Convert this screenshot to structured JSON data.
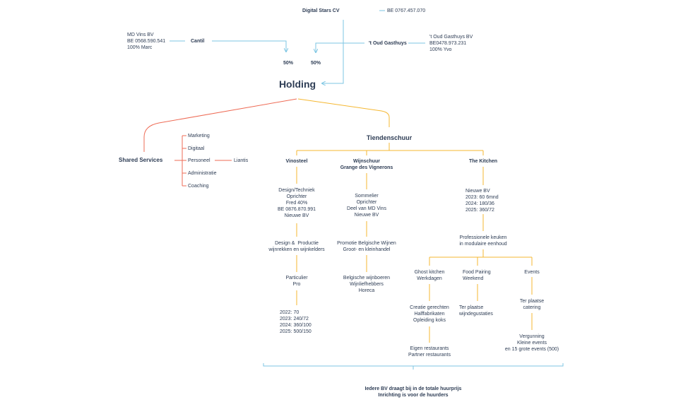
{
  "top": {
    "digital_stars": {
      "name": "Digital Stars CV",
      "number": "BE 0767.457.070"
    },
    "cantil": {
      "name": "Cantil",
      "owner": "MD Vins BV\nBE 0568.590.541\n100% Marc"
    },
    "oud_gasthuys": {
      "name": "'t Oud Gasthuys",
      "owner": "'t Oud Gasthuys BV\nBE0478.973.231\n100% Yvo"
    },
    "share_left": "50%",
    "share_right": "50%"
  },
  "holding": {
    "title": "Holding"
  },
  "shared_services": {
    "title": "Shared Services",
    "items": [
      "Marketing",
      "Digitaal",
      "Personeel",
      "Administratie",
      "Coaching"
    ],
    "personeel_partner": "Liantis"
  },
  "tiendenschuur": {
    "title": "Tiendenschuur",
    "vinosteel": {
      "title": "Vinosteel",
      "info": "Design/Techniek\nOprichter\nFred 40%\nBE 0876.870.991\nNieuwe BV",
      "activity": "Design &  Productie\nwijnrekken en wijnkelders",
      "market": "Particulier\nPro",
      "figures": "2022: 70\n2023: 240/72\n2024: 360/100\n2025: 500/150"
    },
    "wijnschuur": {
      "title": "Wijnschuur\nGrange des Vignerons",
      "info": "Sommelier\nOprichter\nDeel van MD Vins\nNieuwe BV",
      "activity": "Promotie Belgische Wijnen\nGroot- en kleinhandel",
      "market": "Belgische wijnboeren\nWijnliefhebbers\nHoreca"
    },
    "kitchen": {
      "title": "The Kitchen",
      "info": "Nieuwe BV\n2023: 60 6mnd\n2024: 180/36\n2025: 360/72",
      "concept": "Professionele keuken\nin modulaire eenhoud",
      "ghost": {
        "title": "Ghost kitchen\nWerkdagen",
        "detail": "Creatie gerechten\nHalffabrikaten\nOpleiding koks",
        "outlets": "Eigen restaurants\nPartner restaurants"
      },
      "food_pairing": {
        "title": "Food Pairing\nWeekend",
        "detail": "Ter plaatse\nwijndegustaties"
      },
      "events": {
        "title": "Events",
        "detail": "Ter plaatse\ncatering",
        "license": "Vergunning\nKleine events\nen 15 grote events (500)"
      }
    }
  },
  "footer": {
    "note": "Iedere BV draagt bij in de totale huurprijs\nInrichting is voor de huurders"
  },
  "colors": {
    "dark_text": "#2e3d55",
    "orange": "#f5b731",
    "red": "#ee6b55",
    "blue": "#7ec6e3"
  }
}
